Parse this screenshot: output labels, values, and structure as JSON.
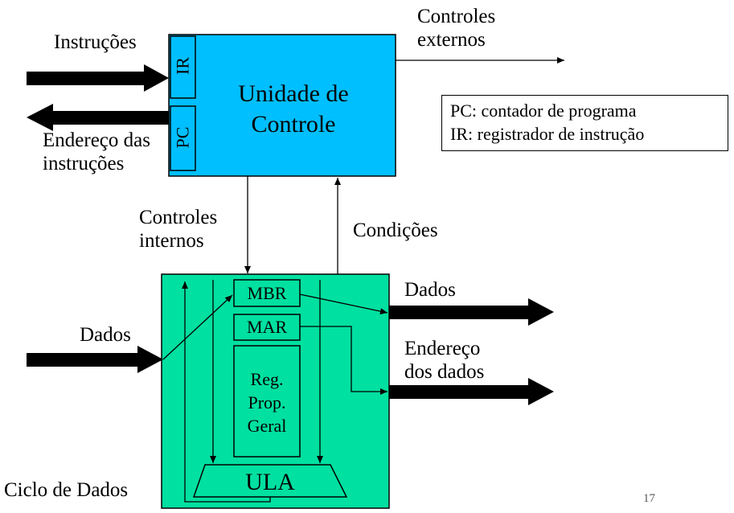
{
  "control_unit": {
    "title_line1": "Unidade de",
    "title_line2": "Controle",
    "ir_label": "IR",
    "pc_label": "PC",
    "fill_color": "#00bfff"
  },
  "datapath": {
    "fill_color": "#00e0a0",
    "mbr_label": "MBR",
    "mar_label": "MAR",
    "reg_line1": "Reg.",
    "reg_line2": "Prop.",
    "reg_line3": "Geral",
    "ula_label": "ULA"
  },
  "labels": {
    "instrucoes": "Instruções",
    "endereco_instr_line1": "Endereço das",
    "endereco_instr_line2": "instruções",
    "controles_externos_line1": "Controles",
    "controles_externos_line2": "externos",
    "controles_internos_line1": "Controles",
    "controles_internos_line2": "internos",
    "condicoes": "Condições",
    "dados_in": "Dados",
    "dados_out": "Dados",
    "endereco_dados_line1": "Endereço",
    "endereco_dados_line2": "dos dados",
    "ciclo_de_dados": "Ciclo de Dados"
  },
  "legend": {
    "line1": "PC: contador de programa",
    "line2": "IR: registrador de instrução"
  },
  "page_number": "17"
}
